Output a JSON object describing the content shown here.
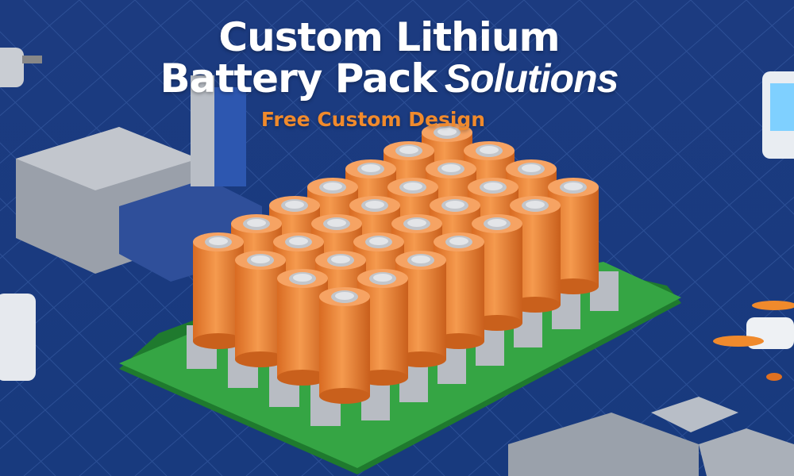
{
  "headline": {
    "line1": "Custom Lithium",
    "line2_main": "Battery Pack",
    "line2_emphasis": "Solutions",
    "subtitle": "Free Custom Design"
  },
  "colors": {
    "background": "#1d3f86",
    "subtitle": "#f08a2c",
    "cell": "#f0883a",
    "pcb": "#2f9a3c",
    "title": "#ffffff"
  }
}
